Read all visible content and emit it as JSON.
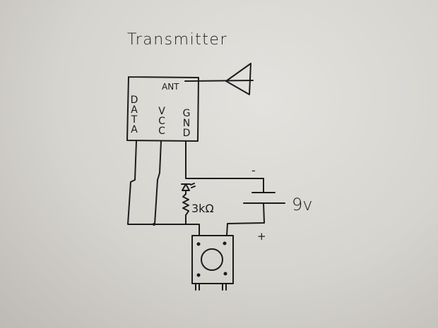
{
  "title": "Transmitter",
  "module": {
    "antenna_label": "ANT",
    "pins": [
      "DATA",
      "VCC",
      "GND"
    ]
  },
  "resistor_label": "3kΩ",
  "battery": {
    "label": "9v",
    "negative": "-",
    "positive": "+"
  }
}
